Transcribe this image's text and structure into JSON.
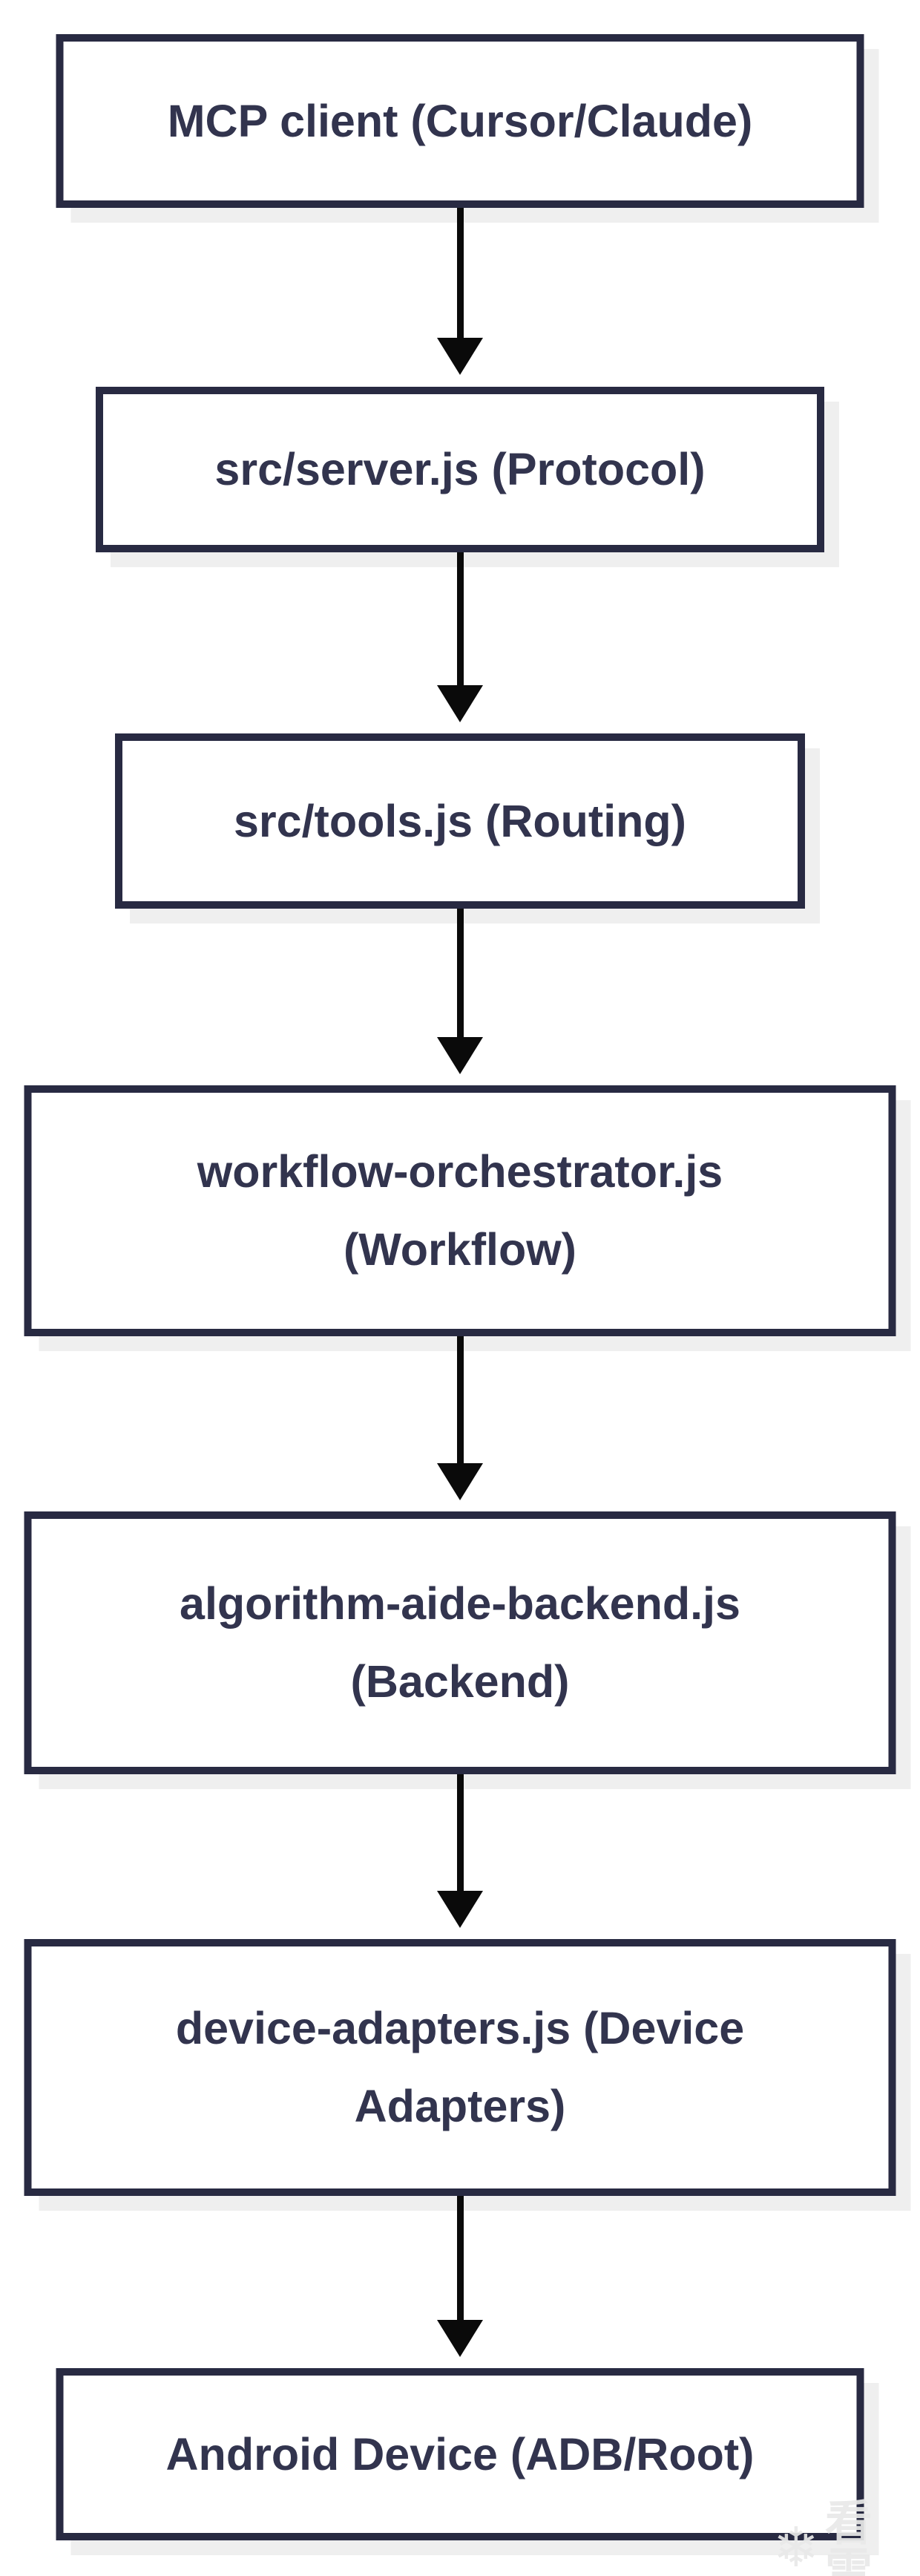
{
  "diagram": {
    "type": "flowchart",
    "direction": "top-to-bottom",
    "nodes": [
      {
        "id": "mcp-client",
        "label": "MCP client (Cursor/Claude)",
        "lines": [
          "MCP client (Cursor/Claude)"
        ]
      },
      {
        "id": "server-js",
        "label": "src/server.js (Protocol)",
        "lines": [
          "src/server.js (Protocol)"
        ]
      },
      {
        "id": "tools-js",
        "label": "src/tools.js (Routing)",
        "lines": [
          "src/tools.js (Routing)"
        ]
      },
      {
        "id": "workflow-orchestrator",
        "label": "workflow-orchestrator.js (Workflow)",
        "lines": [
          "workflow-orchestrator.js",
          "(Workflow)"
        ]
      },
      {
        "id": "algorithm-aide-backend",
        "label": "algorithm-aide-backend.js (Backend)",
        "lines": [
          "algorithm-aide-backend.js",
          "(Backend)"
        ]
      },
      {
        "id": "device-adapters",
        "label": "device-adapters.js (Device Adapters)",
        "lines": [
          "device-adapters.js (Device",
          "Adapters)"
        ]
      },
      {
        "id": "android-device",
        "label": "Android Device (ADB/Root)",
        "lines": [
          "Android Device (ADB/Root)"
        ]
      }
    ],
    "edges": [
      {
        "from": "mcp-client",
        "to": "server-js"
      },
      {
        "from": "server-js",
        "to": "tools-js"
      },
      {
        "from": "tools-js",
        "to": "workflow-orchestrator"
      },
      {
        "from": "workflow-orchestrator",
        "to": "algorithm-aide-backend"
      },
      {
        "from": "algorithm-aide-backend",
        "to": "device-adapters"
      },
      {
        "from": "device-adapters",
        "to": "android-device"
      }
    ]
  },
  "colors": {
    "background": "#ffffff",
    "node_border": "#282a42",
    "node_fill": "#ffffff",
    "node_text": "#32344e",
    "node_shadow": "#efefef",
    "arrow": "#0a0a0a",
    "watermark": "#e9e9e9"
  },
  "watermark": {
    "icon": "snowflake-icon",
    "icon_glyph": "❄",
    "text": "看雪"
  }
}
